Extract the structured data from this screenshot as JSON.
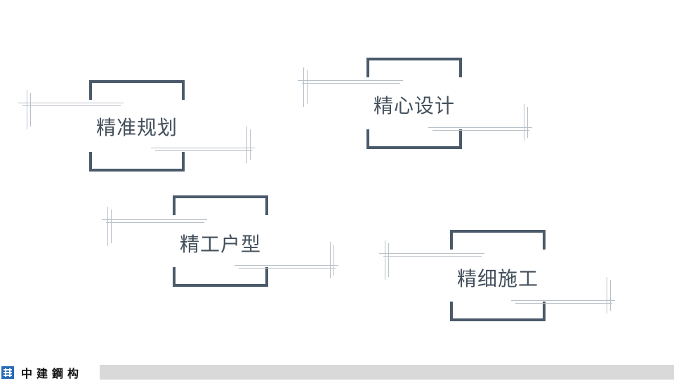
{
  "cards": [
    {
      "label": "精准规划"
    },
    {
      "label": "精心设计"
    },
    {
      "label": "精工户型"
    },
    {
      "label": "精细施工"
    }
  ],
  "footer": {
    "logo_text": "中建鋼构",
    "logo_icon": "company-logo-icon"
  },
  "colors": {
    "frame": "#4a5a6a",
    "text": "#44505c",
    "deco": "#b8c0c8",
    "footer_bar": "#d9d9d9",
    "logo": "#2a6bb8"
  }
}
